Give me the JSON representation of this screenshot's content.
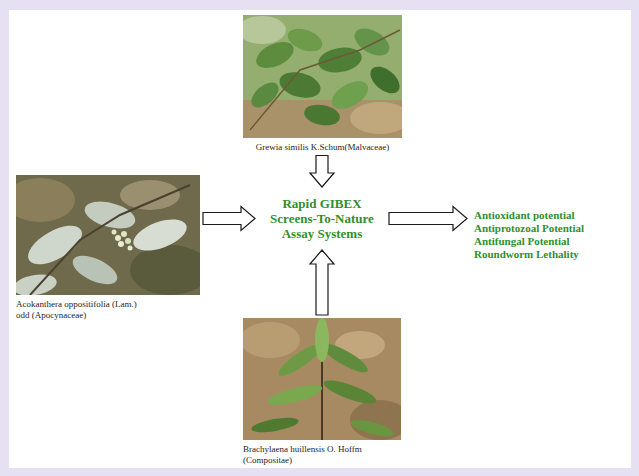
{
  "diagram": {
    "nodes": [
      {
        "text": [
          "Grewia similis K.Schum(Malvaceae)"
        ]
      },
      {
        "text": [
          "Acokanthera oppositifolia (Lam.) odd (Apocynaceae)"
        ]
      },
      {
        "text": [
          "Rapid GIBEX Screens-To-Nature Assay Systems"
        ]
      },
      {
        "text": [
          "Antioxidant potential",
          "Antiprotozoal Potential",
          "Antifungal Potential",
          "Roundworm Lethality"
        ]
      },
      {
        "text": [
          "Brachylaena huillensis O. Hoffm (Compositae)"
        ]
      }
    ],
    "edges": [
      {
        "from": 0,
        "to": 2,
        "arrow": "to"
      },
      {
        "from": 1,
        "to": 2,
        "arrow": "to"
      },
      {
        "from": 4,
        "to": 2,
        "arrow": "to"
      },
      {
        "from": 2,
        "to": 3,
        "arrow": "to"
      }
    ]
  }
}
